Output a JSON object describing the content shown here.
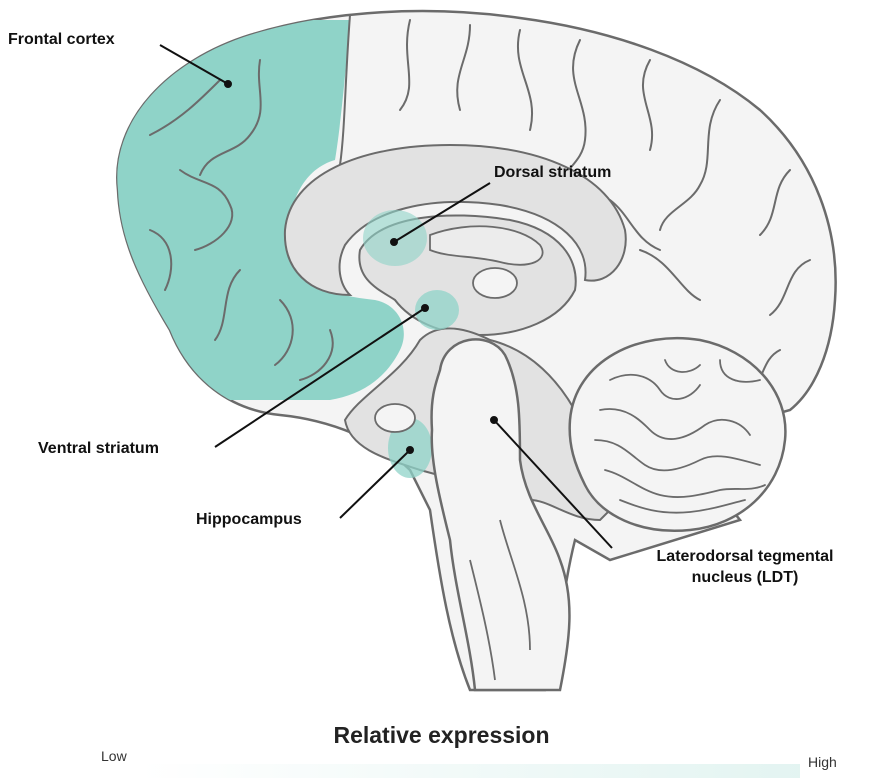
{
  "labels": {
    "frontal_cortex": "Frontal cortex",
    "dorsal_striatum": "Dorsal striatum",
    "ventral_striatum": "Ventral striatum",
    "hippocampus": "Hippocampus",
    "ldt_line1": "Laterodorsal tegmental",
    "ldt_line2": "nucleus (LDT)"
  },
  "legend": {
    "title": "Relative expression",
    "low": "Low",
    "high": "High"
  },
  "colors": {
    "highlight": "#8fd3c8",
    "brain_fill": "#f4f4f4",
    "inner_fill": "#e2e2e2",
    "outline": "#6b6b6b"
  }
}
